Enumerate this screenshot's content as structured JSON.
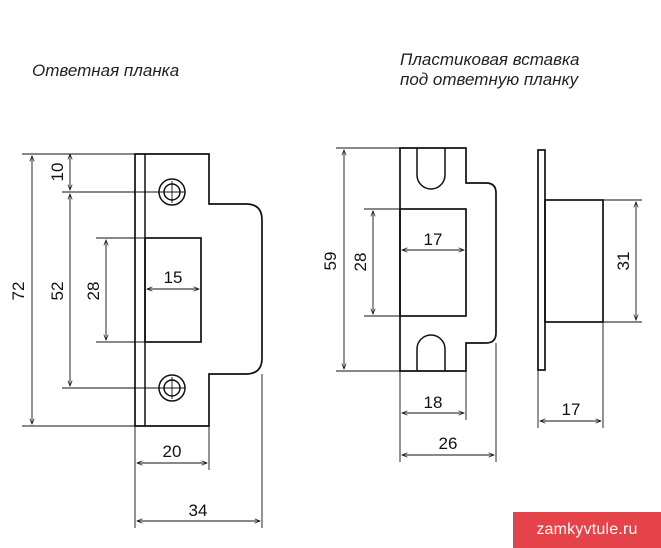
{
  "captions": {
    "strike_plate": "Ответная планка",
    "insert_line1": "Пластиковая вставка",
    "insert_line2": "под ответную планку"
  },
  "dimensions": {
    "plate_height": "72",
    "holes_spacing": "52",
    "top_hole_offset": "10",
    "slot_height": "28",
    "slot_width": "15",
    "flange_width": "20",
    "plate_width": "34",
    "insert_height": "59",
    "insert_slot_height": "28",
    "insert_slot_width": "17",
    "insert_width_inner": "18",
    "insert_width_total": "26",
    "side_height": "31",
    "side_depth": "17"
  },
  "watermark": "zamkyvtule.ru",
  "colors": {
    "line": "#111111",
    "watermark_bg": "#e5434a",
    "watermark_text": "#ffffff"
  }
}
